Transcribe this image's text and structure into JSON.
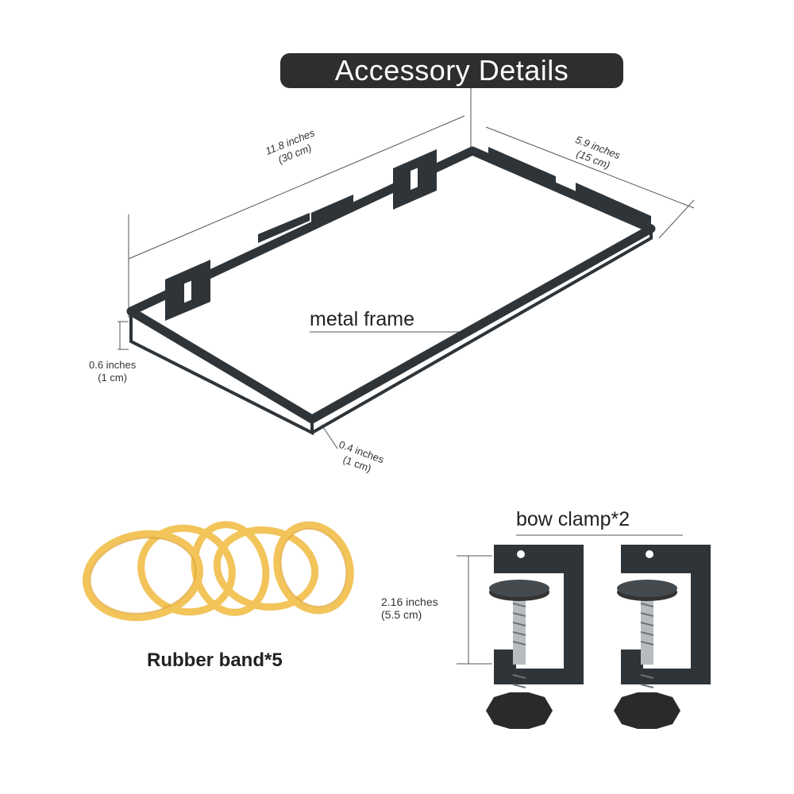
{
  "title": "Accessory Details",
  "frame": {
    "label": "metal frame",
    "length_in": "11.8 inches",
    "length_cm": "(30 cm)",
    "width_in": "5.9 inches",
    "width_cm": "(15 cm)",
    "height_in": "0.6 inches",
    "height_cm": "(1 cm)",
    "lip_in": "0.4 inches",
    "lip_cm": "(1 cm)"
  },
  "rubber_band": {
    "label": "Rubber band*5",
    "color": "#f2c45a"
  },
  "clamp": {
    "label": "bow clamp*2",
    "height_in": "2.16 inches",
    "height_cm": "(5.5 cm)"
  },
  "colors": {
    "pill": "#2e2e2e",
    "metal": "#2f3438"
  }
}
